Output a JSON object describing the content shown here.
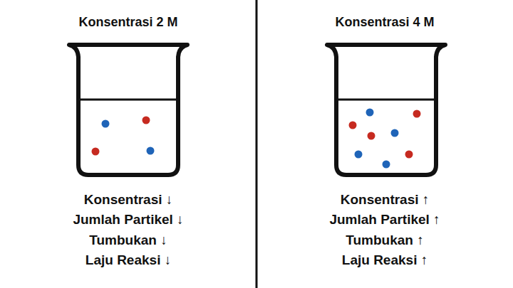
{
  "diagram": {
    "labels": [
      "Konsentrasi 2 M",
      "Konsentrasi 4 M",
      "Konsentrasi ↓",
      "Jumlah Partikel ↓",
      "Tumbukan ↓",
      "Laju Reaksi ↓",
      "Konsentrasi ↑",
      "Jumlah Partikel ↑",
      "Tumbukan ↑",
      "Laju Reaksi ↑"
    ]
  }
}
